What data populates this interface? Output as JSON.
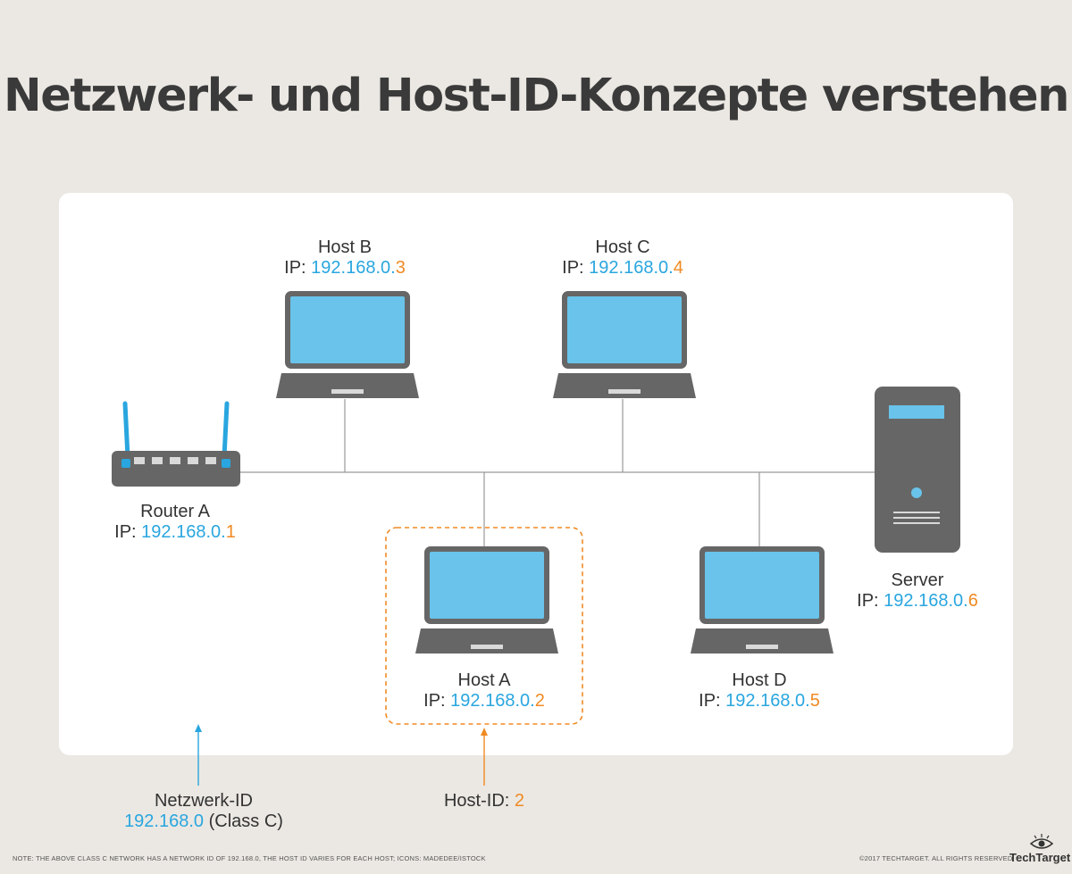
{
  "title": "Netzwerk- und Host-ID-Konzepte verstehen",
  "colors": {
    "network_id": "#29a6df",
    "host_id": "#f08a24",
    "device": "#666666",
    "screen": "#69c3ea"
  },
  "nodes": [
    {
      "id": "host-b",
      "icon": "laptop-icon",
      "name": "Host B",
      "ip_prefix": "IP: ",
      "network": "192.168.0.",
      "host": "3"
    },
    {
      "id": "host-c",
      "icon": "laptop-icon",
      "name": "Host C",
      "ip_prefix": "IP: ",
      "network": "192.168.0.",
      "host": "4"
    },
    {
      "id": "router-a",
      "icon": "router-icon",
      "name": "Router A",
      "ip_prefix": "IP: ",
      "network": "192.168.0.",
      "host": "1"
    },
    {
      "id": "host-a",
      "icon": "laptop-icon",
      "name": "Host A",
      "ip_prefix": "IP: ",
      "network": "192.168.0.",
      "host": "2"
    },
    {
      "id": "host-d",
      "icon": "laptop-icon",
      "name": "Host D",
      "ip_prefix": "IP: ",
      "network": "192.168.0.",
      "host": "5"
    },
    {
      "id": "server",
      "icon": "server-icon",
      "name": "Server",
      "ip_prefix": "IP: ",
      "network": "192.168.0.",
      "host": "6"
    }
  ],
  "callouts": {
    "network": {
      "label": "Netzwerk-ID",
      "value": "192.168.0",
      "suffix": " (Class C)"
    },
    "host": {
      "label": "Host-ID: ",
      "value": "2"
    }
  },
  "footer": {
    "note": "NOTE: THE ABOVE CLASS C NETWORK HAS A NETWORK ID OF  192.168.0, THE HOST ID VARIES FOR EACH HOST; ICONS: MADEDEE/ISTOCK",
    "copyright": "©2017 TECHTARGET. ALL RIGHTS RESERVED",
    "brand": "TechTarget"
  }
}
